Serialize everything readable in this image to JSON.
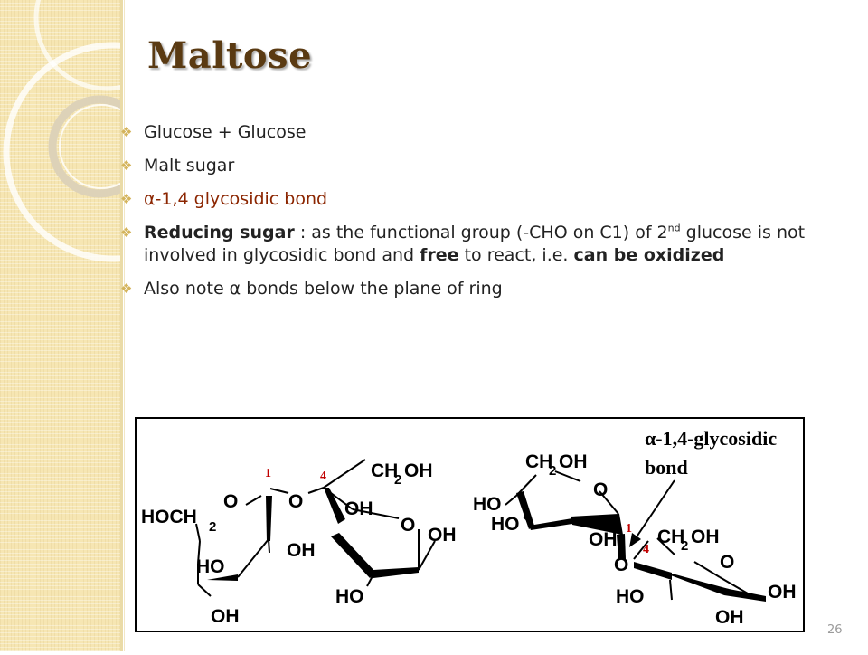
{
  "slide": {
    "title": "Maltose",
    "page_number": "26"
  },
  "bullets": [
    "Glucose + Glucose",
    "Malt sugar",
    "α-1,4 glycosidic bond",
    "Also note α bonds below the plane of ring"
  ],
  "reducing": {
    "lead": "Reducing sugar",
    "text1": " : as the functional group (-CHO on C1) of 2",
    "sup": "nd",
    "text2": " glucose is not involved in glycosidic bond and ",
    "free": "free",
    "text3": " to react, i.e. ",
    "oxidized": "can be oxidized"
  },
  "figure": {
    "label_line1": "α-1,4-glycosidic",
    "label_line2": "bond",
    "left": {
      "hoch2": "HOCH",
      "hoch2_sub": "2",
      "ring_o1": "O",
      "ho_a": "HO",
      "oh_a": "OH",
      "oh_b": "OH",
      "num1": "1",
      "bridge_o": "O",
      "num4": "4",
      "ch2oh_ch": "CH",
      "ch2oh_sub": "2",
      "ch2oh_oh": "OH",
      "oh_c": "OH",
      "ring_o2": "O",
      "oh_d": "OH",
      "ho_b": "HO"
    },
    "right": {
      "ch2oh_ch": "CH",
      "ch2oh_sub": "2",
      "ch2oh_oh": "OH",
      "ring_o1": "O",
      "ho_a": "HO",
      "ho_b": "HO",
      "oh_a": "OH",
      "num1": "1",
      "num4": "4",
      "bridge_o": "O",
      "ch2oh2_ch": "CH",
      "ch2oh2_sub": "2",
      "ch2oh2_oh": "OH",
      "ring_o2": "O",
      "ho_c": "HO",
      "oh_b": "OH",
      "oh_c": "OH"
    }
  }
}
